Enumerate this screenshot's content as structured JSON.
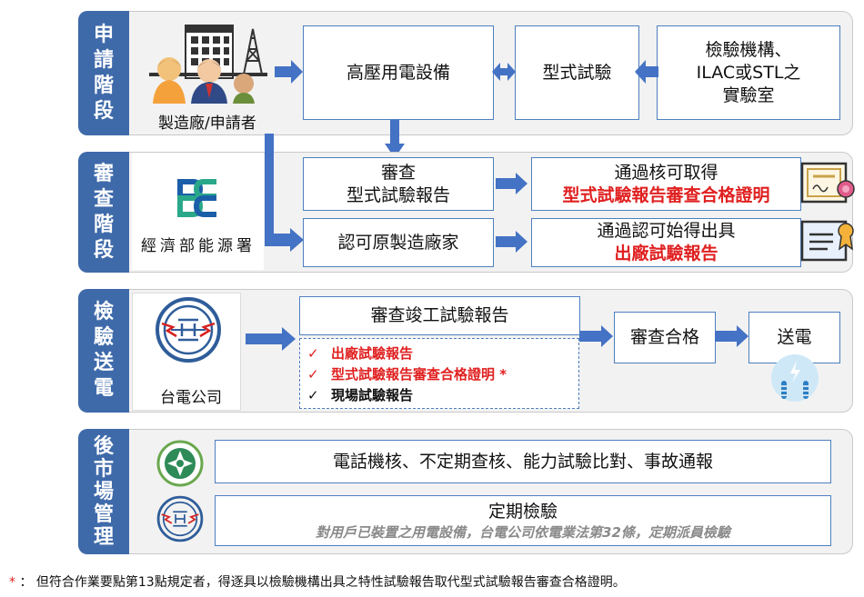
{
  "stages": [
    {
      "label": [
        "申",
        "請",
        "階",
        "段"
      ]
    },
    {
      "label": [
        "審",
        "查",
        "階",
        "段"
      ]
    },
    {
      "label": [
        "檢",
        "驗",
        "送",
        "電"
      ]
    },
    {
      "label": [
        "後",
        "市",
        "場",
        "管",
        "理"
      ]
    }
  ],
  "row1": {
    "actor_label": "製造廠/申請者",
    "equipment": "高壓用電設備",
    "type_test": "型式試驗",
    "lab": [
      "檢驗機構、",
      "ILAC或STL之",
      "實驗室"
    ]
  },
  "row2": {
    "org_label": "經濟部能源署",
    "review": [
      "審查",
      "型式試驗報告"
    ],
    "approve_origin": "認可原製造廠家",
    "pass_cert_line1": "通過核可取得",
    "pass_cert_line2": "型式試驗報告審查合格證明",
    "issue_line1": "通過認可始得出具",
    "issue_line2": "出廠試驗報告"
  },
  "row3": {
    "org_label": "台電公司",
    "review_completion": "審查竣工試驗報告",
    "checklist": [
      {
        "mark": "✓",
        "text": "出廠試驗報告",
        "color": "#e02020"
      },
      {
        "mark": "✓",
        "text": "型式試驗報告審查合格證明 *",
        "color": "#e02020"
      },
      {
        "mark": "✓",
        "text": "現場試驗報告",
        "color": "#111111"
      }
    ],
    "pass": "審查合格",
    "power": "送電"
  },
  "row4": {
    "tasks": "電話機核、不定期查核、能力試驗比對、事故通報",
    "periodic_title": "定期檢驗",
    "periodic_note": "對用戶已裝置之用電設備，台電公司依電業法第32條，定期派員檢驗"
  },
  "footnote": {
    "mark": "*",
    "text": "：  但符合作業要點第13點規定者，得逐具以檢驗機構出具之特性試驗報告取代型式試驗報告審查合格證明。"
  },
  "colors": {
    "stage": "#3f6aaa",
    "arrow": "#4472c4",
    "box_border": "#4d7fbf",
    "highlight": "#e02020"
  }
}
